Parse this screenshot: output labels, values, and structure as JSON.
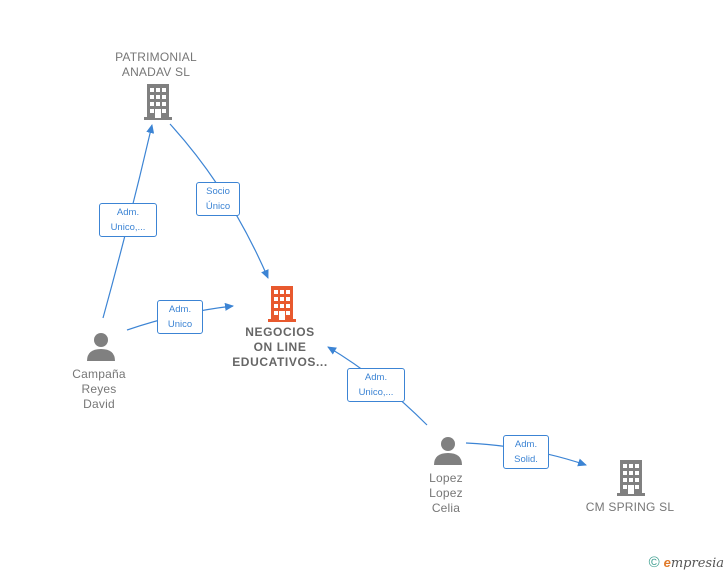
{
  "colors": {
    "edge": "#3c84d4",
    "node": "#808080",
    "focus": "#e8592e",
    "text": "#777777"
  },
  "nodes": {
    "patrimonial": {
      "lines": [
        "PATRIMONIAL",
        "ANADAV  SL"
      ],
      "icon": "building-icon"
    },
    "negocios": {
      "lines": [
        "NEGOCIOS",
        "ON LINE",
        "EDUCATIVOS..."
      ],
      "icon": "building-icon"
    },
    "campana": {
      "lines": [
        "Campaña",
        "Reyes",
        "David"
      ],
      "icon": "person-icon"
    },
    "lopez": {
      "lines": [
        "Lopez",
        "Lopez",
        "Celia"
      ],
      "icon": "person-icon"
    },
    "cmspring": {
      "lines": [
        "CM SPRING  SL"
      ],
      "icon": "building-icon"
    }
  },
  "edges": {
    "socio_unico": [
      "Socio",
      "Único"
    ],
    "adm_unico_1": [
      "Adm.",
      "Unico,..."
    ],
    "adm_unico_2": [
      "Adm.",
      "Unico"
    ],
    "adm_unico_3": [
      "Adm.",
      "Unico,..."
    ],
    "adm_solid": [
      "Adm.",
      "Solid."
    ]
  },
  "footer": {
    "copyright": "©",
    "brand_initial": "e",
    "brand_rest": "mpresia"
  }
}
